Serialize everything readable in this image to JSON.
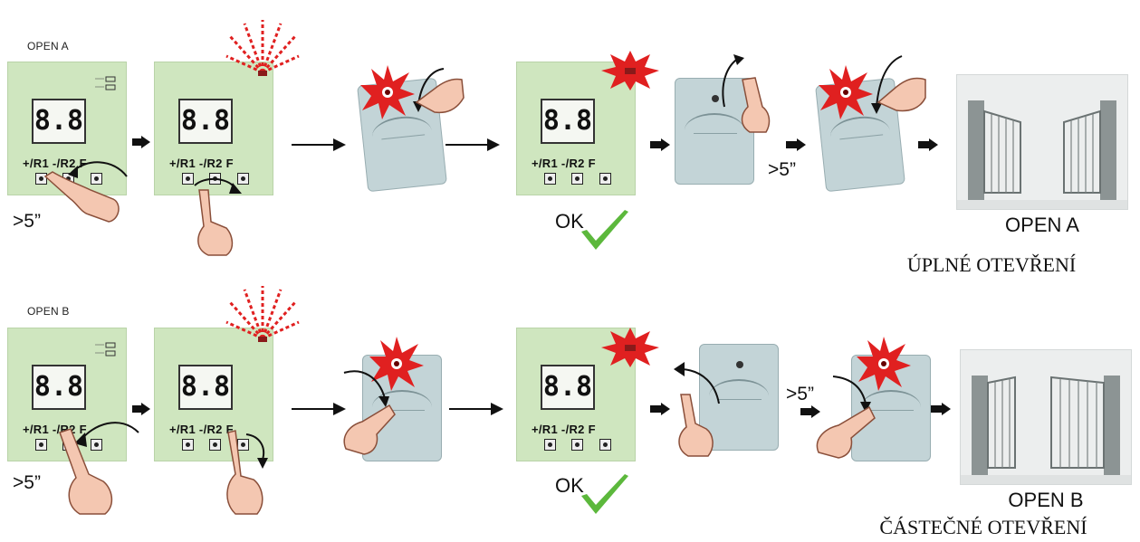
{
  "rows": [
    {
      "label": "OPEN A",
      "display": "8.8",
      "button_labels": "+/R1 -/R2  F",
      "hold_time_1": ">5”",
      "hold_time_2": ">5”",
      "ok_text": "OK",
      "caption_title": "OPEN A",
      "caption_subtitle": "ÚPLNÉ OTEVŘENÍ"
    },
    {
      "label": "OPEN B",
      "display": "8.8",
      "button_labels": "+/R1 -/R2  F",
      "hold_time_1": ">5”",
      "hold_time_2": ">5”",
      "ok_text": "OK",
      "caption_title": "OPEN B",
      "caption_subtitle": "ČÁSTEČNÉ OTEVŘENÍ"
    }
  ],
  "colors": {
    "board": "#cfe6bf",
    "led_flash": "#e02020",
    "checkmark": "#5cb83c",
    "remote": "#c3d4d7"
  },
  "icons": [
    "control-board",
    "hand-pointer-icon",
    "remote-control-icon",
    "flash-burst-icon",
    "checkmark-icon",
    "arrow-right-icon",
    "gate-icon"
  ]
}
